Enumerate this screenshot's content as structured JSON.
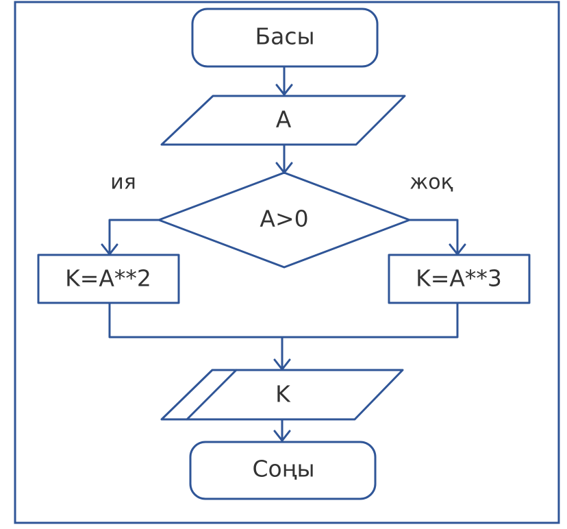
{
  "diagram": {
    "nodes": {
      "start": "Басы",
      "input": "A",
      "condition": "A>0",
      "process_yes": "K=A**2",
      "process_no": "K=A**3",
      "output": "K",
      "end": "Соңы"
    },
    "branches": {
      "yes": "ия",
      "no": "жоқ"
    },
    "colors": {
      "stroke": "#2f5597",
      "text": "#333333",
      "frame": "#2f5597"
    }
  }
}
